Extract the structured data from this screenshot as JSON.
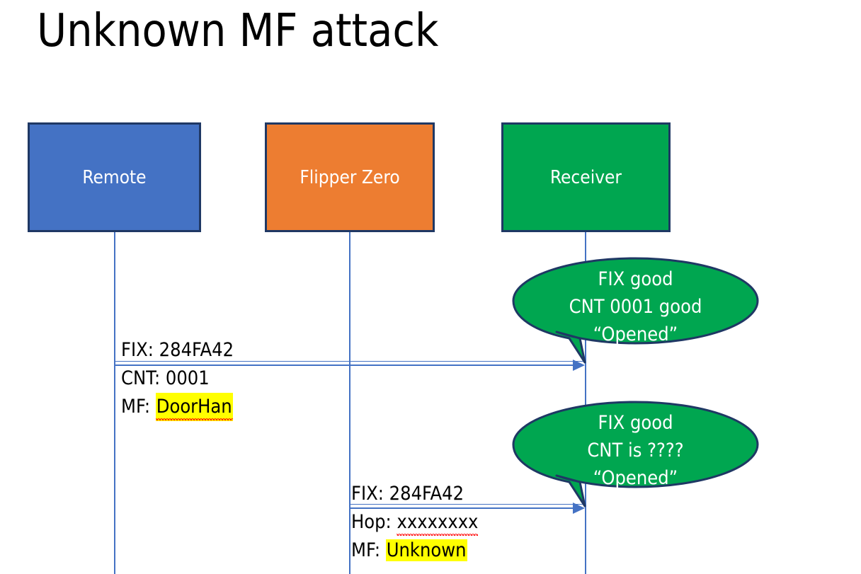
{
  "slide": {
    "title": "Unknown MF attack",
    "background": "#ffffff"
  },
  "colors": {
    "remote_fill": "#4472C4",
    "flipper_fill": "#ED7D31",
    "receiver_fill": "#00A650",
    "box_border": "#1F3864",
    "lifeline": "#4472C4",
    "arrow": "#4472C4",
    "highlight": "#FFFF00",
    "spellcheck_underline": "#FF0000",
    "bubble_fill": "#00A650",
    "bubble_border": "#1F3864",
    "text_dark": "#000000",
    "text_light": "#FFFFFF"
  },
  "actors": [
    {
      "id": "remote",
      "label": "Remote"
    },
    {
      "id": "flipper",
      "label": "Flipper Zero"
    },
    {
      "id": "receiver",
      "label": "Receiver"
    }
  ],
  "messages": [
    {
      "id": "msg-1",
      "from": "remote",
      "to": "receiver",
      "lines": [
        {
          "label": "FIX: ",
          "value": "284FA42",
          "highlight": false,
          "spellcheck_error": false
        },
        {
          "label": "CNT: ",
          "value": "0001",
          "highlight": false,
          "spellcheck_error": false
        },
        {
          "label": "MF: ",
          "value": "DoorHan",
          "highlight": true,
          "spellcheck_error": true
        }
      ]
    },
    {
      "id": "msg-2",
      "from": "flipper",
      "to": "receiver",
      "lines": [
        {
          "label": "FIX: ",
          "value": "284FA42",
          "highlight": false,
          "spellcheck_error": false
        },
        {
          "label": "Hop: ",
          "value": "xxxxxxxx",
          "highlight": false,
          "spellcheck_error": true
        },
        {
          "label": "MF: ",
          "value": "Unknown",
          "highlight": true,
          "spellcheck_error": false
        }
      ]
    }
  ],
  "callouts": [
    {
      "id": "callout-1",
      "anchor": "receiver",
      "lines": [
        "FIX good",
        "CNT 0001 good",
        "“Opened”"
      ]
    },
    {
      "id": "callout-2",
      "anchor": "receiver",
      "lines": [
        "FIX good",
        "CNT is ????",
        "“Opened”"
      ]
    }
  ]
}
